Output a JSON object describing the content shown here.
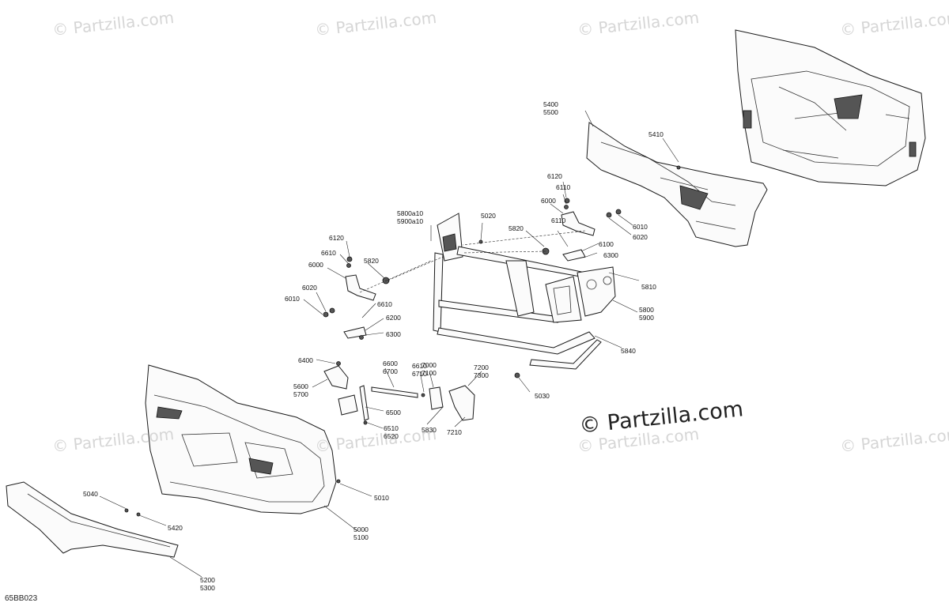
{
  "watermarks": [
    "© Partzilla.com",
    "© Partzilla.com",
    "© Partzilla.com",
    "© Partzilla.com",
    "© Partzilla.com",
    "© Partzilla.com",
    "© Partzilla.com",
    "© Partzilla.com"
  ],
  "brand": "© Partzilla.com",
  "diagram_code": "65BB023",
  "callouts": {
    "c5400": "5400\n5500",
    "c5410": "5410",
    "c6120a": "6120",
    "c6110a": "6110",
    "c6000a": "6000",
    "c6110b": "6110",
    "c6010a": "6010",
    "c6020a": "6020",
    "c6100": "6100",
    "c6300a": "6300",
    "c5800a10": "5800a10\n5900a10",
    "c5020": "5020",
    "c5820a": "5820",
    "c5810": "5810",
    "c5800": "5800\n5900",
    "c5840": "5840",
    "c5030": "5030",
    "c6120b": "6120",
    "c6610a": "6610",
    "c6000b": "6000",
    "c5820b": "5820",
    "c6020b": "6020",
    "c6010b": "6010",
    "c6610b": "6610",
    "c6200": "6200",
    "c6300b": "6300",
    "c6400": "6400",
    "c5600": "5600\n5700",
    "c6600": "6600\n6700",
    "c6610c": "6610\n6710",
    "c7000": "7000\n7100",
    "c7200": "7200\n7300",
    "c6500": "6500",
    "c6510": "6510\n6520",
    "c5830": "5830",
    "c7210": "7210",
    "c5010": "5010",
    "c5040": "5040",
    "c5420": "5420",
    "c5000": "5000\n5100",
    "c5200": "5200\n5300"
  }
}
